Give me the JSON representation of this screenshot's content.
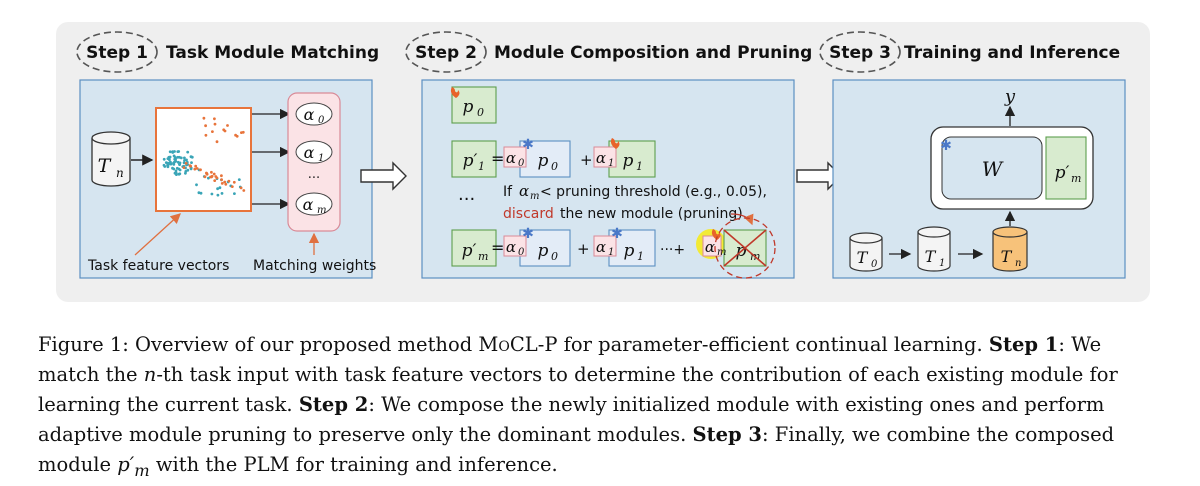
{
  "steps": [
    {
      "tag": "Step 1",
      "title": "Task Module Matching"
    },
    {
      "tag": "Step 2",
      "title": "Module Composition and Pruning"
    },
    {
      "tag": "Step 3",
      "title": "Training and Inference"
    }
  ],
  "panel1": {
    "task_input": "T",
    "task_input_sub": "n",
    "alphas": [
      {
        "sym": "α",
        "sub": "0"
      },
      {
        "sym": "α",
        "sub": "1"
      },
      {
        "sym": "···",
        "sub": ""
      },
      {
        "sym": "α",
        "sub": "m"
      }
    ],
    "label_vectors": "Task feature vectors",
    "label_weights": "Matching weights"
  },
  "panel2": {
    "p0": {
      "sym": "p",
      "sub": "0"
    },
    "row1": {
      "lhs_sym": "p′",
      "lhs_sub": "1",
      "eq": "=",
      "a0": {
        "sym": "α",
        "sub": "0"
      },
      "m0": {
        "sym": "p",
        "sub": "0"
      },
      "plus": "+",
      "a1": {
        "sym": "α",
        "sub": "1"
      },
      "m1": {
        "sym": "p",
        "sub": "1"
      }
    },
    "dots": "···",
    "note_if": "If",
    "note_alpha": "α",
    "note_alpha_sub": "m",
    "note_rest": "< pruning threshold (e.g., 0.05),",
    "note_discard": "discard",
    "note_rest2": "the new module (pruning)",
    "row2": {
      "lhs_sym": "p′",
      "lhs_sub": "m",
      "eq": "=",
      "a0": {
        "sym": "α",
        "sub": "0"
      },
      "m0": {
        "sym": "p",
        "sub": "0"
      },
      "plus": "+",
      "a1": {
        "sym": "α",
        "sub": "1"
      },
      "m1": {
        "sym": "p",
        "sub": "1"
      },
      "dots_plus": "···+",
      "am": {
        "sym": "α",
        "sub": "m"
      },
      "mm": {
        "sym": "p",
        "sub": "m"
      }
    }
  },
  "panel3": {
    "output": "y",
    "weight": "W",
    "module_sym": "p′",
    "module_sub": "m",
    "tasks": [
      {
        "sym": "T",
        "sub": "0"
      },
      {
        "sym": "T",
        "sub": "1"
      },
      {
        "sym": "T",
        "sub": "n"
      }
    ]
  },
  "caption": {
    "label": "Figure 1: Overview of our proposed method",
    "method": "MoCL-P",
    "t1": "for parameter-efficient continual learning.",
    "s1": "Step 1",
    "t2": ": We match the",
    "nvar": "n",
    "t3": "-th task input with task feature vectors to determine the contribution of each existing module for learning the current task.",
    "s2": "Step 2",
    "t4": ": We compose the newly initialized module with existing ones and perform adaptive module pruning to preserve only the dominant modules.",
    "s3": "Step 3",
    "t5": ": Finally, we combine the composed module",
    "pm": "p′",
    "pm_sub": "m",
    "t6": "with the PLM for training and inference."
  },
  "colors": {
    "background_panel": "#efefef",
    "sub_panel": "#d6e5f0",
    "sub_panel_border": "#5b8fc2",
    "alpha_fill": "#fbe3e6",
    "alpha_border": "#d98a97",
    "module_fill": "#d8ebcf",
    "module_border": "#5e9e4e",
    "task_highlight": "#f7c27a",
    "scatter_blue": "#3aa5b7",
    "scatter_orange": "#e8743b",
    "discard": "#c0392b",
    "highlight_yellow": "#f3ea2a"
  }
}
